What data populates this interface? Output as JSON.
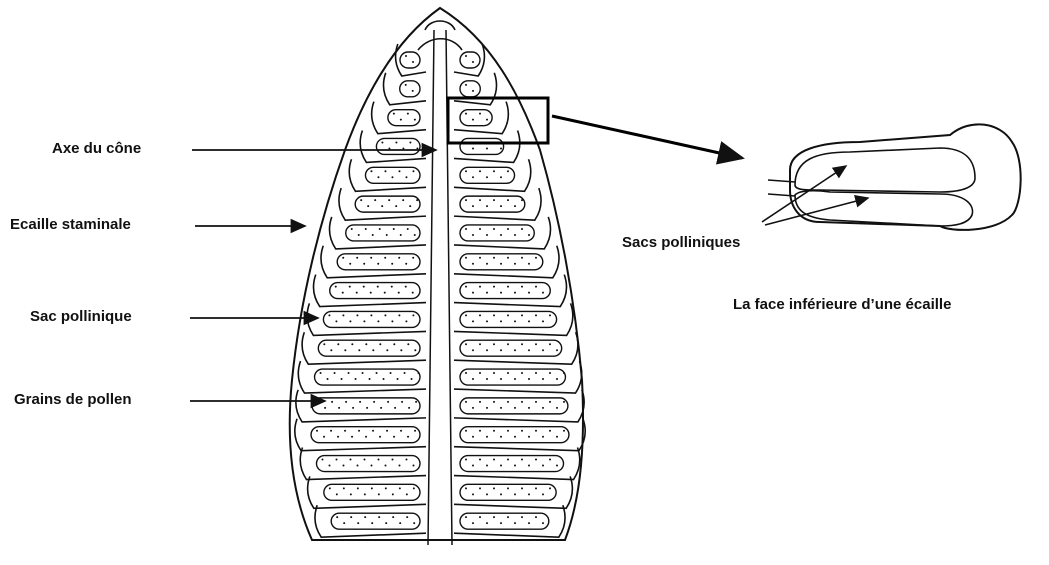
{
  "labels": {
    "cone_axis": "Axe du cône",
    "staminal_scale": "Ecaille staminale",
    "pollen_sac": "Sac pollinique",
    "pollen_grains": "Grains de pollen",
    "pollen_sacs": "Sacs polliniques",
    "scale_underside": "La face inférieure d’une écaille"
  },
  "colors": {
    "ink": "#111111",
    "background": "#ffffff"
  }
}
